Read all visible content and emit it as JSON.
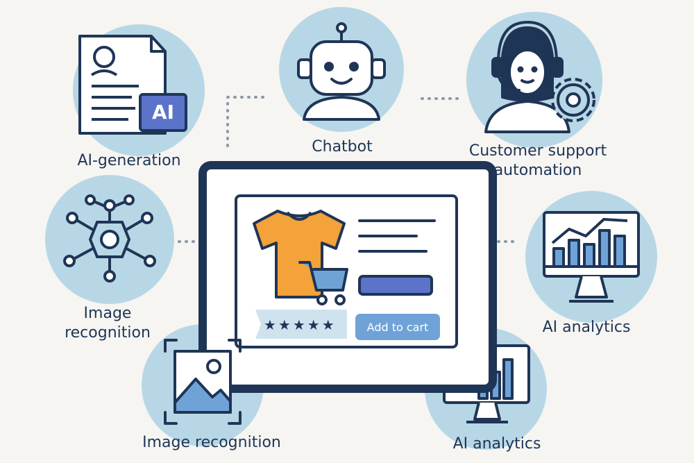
{
  "nodes": {
    "ai_generation": {
      "label": "AI-generation",
      "badge": "AI"
    },
    "chatbot": {
      "label": "Chatbot"
    },
    "customer_support": {
      "line1": "Customer support",
      "line2": "automation"
    },
    "image_recognition_left": {
      "line1": "Image",
      "line2": "recognition"
    },
    "ai_analytics_right": {
      "label": "AI analytics"
    },
    "image_recognition_bottom": {
      "label": "Image recognition"
    },
    "ai_analytics_bottom": {
      "label": "AI analytics"
    }
  },
  "product_card": {
    "rating": "★★★★★",
    "add_to_cart": "Add to cart"
  },
  "colors": {
    "navy": "#1f3556",
    "circle": "#b8d7e6",
    "blue_fill": "#6fa3d8",
    "badge": "#5b73c9",
    "shirt": "#f4a23a",
    "background": "#f6f5f2"
  }
}
